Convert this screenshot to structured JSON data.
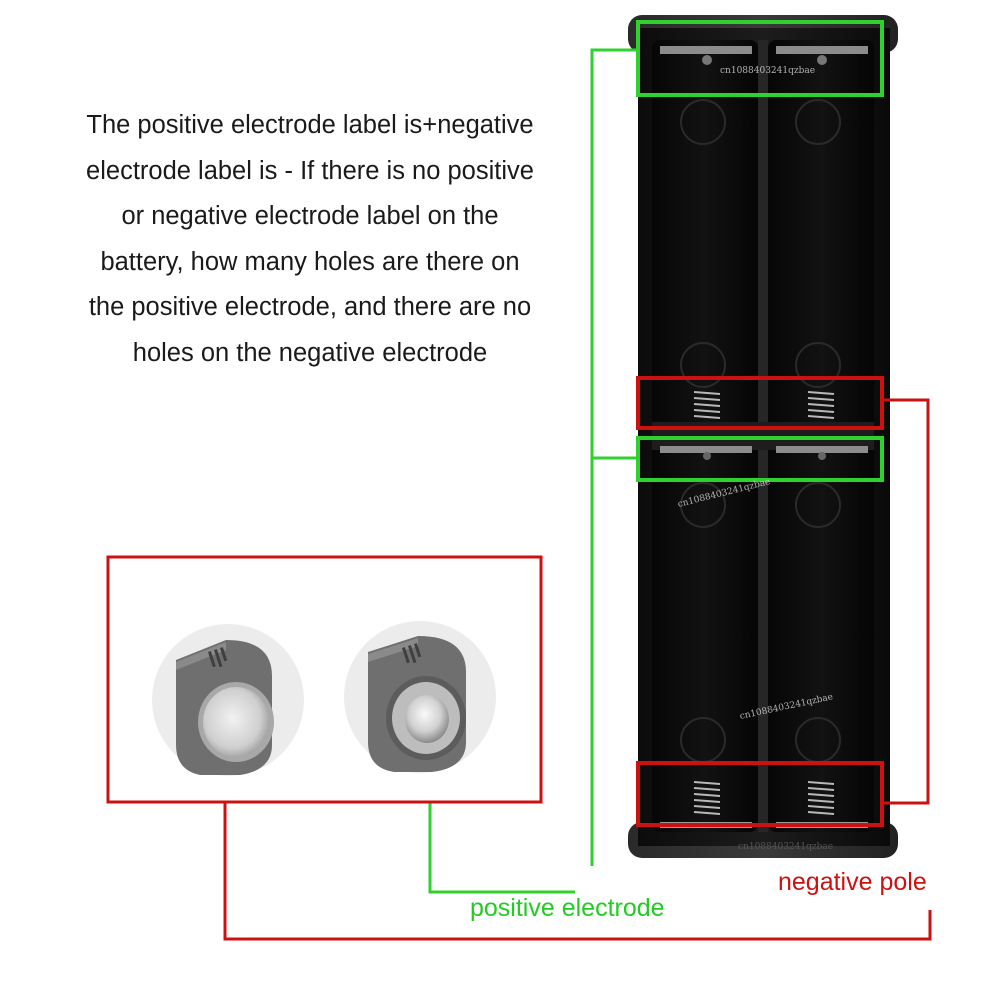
{
  "instructions": {
    "lines": [
      "The positive electrode label is+negative",
      "electrode label is - If there is no positive",
      "or negative electrode label on the",
      "battery, how many holes are there on",
      "the positive electrode, and there are no",
      "holes on the negative electrode"
    ]
  },
  "labels": {
    "positive": "positive electrode",
    "negative": "negative pole"
  },
  "watermarks": [
    "cn1088403241qzbae",
    "cn1088403241qzbae",
    "cn1088403241qzbae",
    "cn1088403241qzbae"
  ],
  "colors": {
    "positive": "#2ed12e",
    "negative": "#cc1111",
    "holder": "#141414"
  }
}
